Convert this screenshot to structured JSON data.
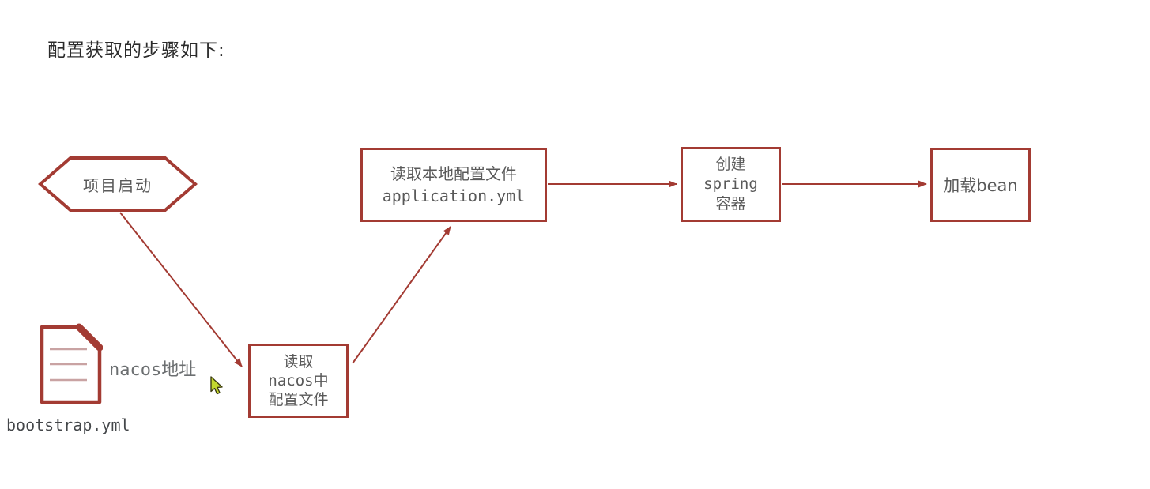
{
  "title": "配置获取的步骤如下:",
  "colors": {
    "accent": "#A33B33",
    "node_text": "#595959",
    "title_text": "#2b2b2b",
    "doc_lines": "#C9A3A3",
    "label_text": "#6c6f71",
    "cursor_fill": "#c3d82e"
  },
  "nodes": {
    "start": {
      "shape": "hexagon",
      "label": "项目启动"
    },
    "read_nacos": {
      "shape": "rect",
      "lines": [
        "读取",
        "nacos中",
        "配置文件"
      ]
    },
    "read_local": {
      "shape": "rect",
      "lines": [
        "读取本地配置文件",
        "application.yml"
      ]
    },
    "create_spring": {
      "shape": "rect",
      "lines": [
        "创建",
        "spring",
        "容器"
      ]
    },
    "load_bean": {
      "shape": "rect",
      "label": "加载bean"
    }
  },
  "annotations": {
    "nacos_address": "nacos地址",
    "bootstrap_file": "bootstrap.yml"
  },
  "icons": {
    "document": "document-icon",
    "cursor": "cursor-pointer-icon"
  },
  "flow": [
    "start -> read_nacos",
    "read_nacos -> read_local",
    "read_local -> create_spring",
    "create_spring -> load_bean"
  ]
}
